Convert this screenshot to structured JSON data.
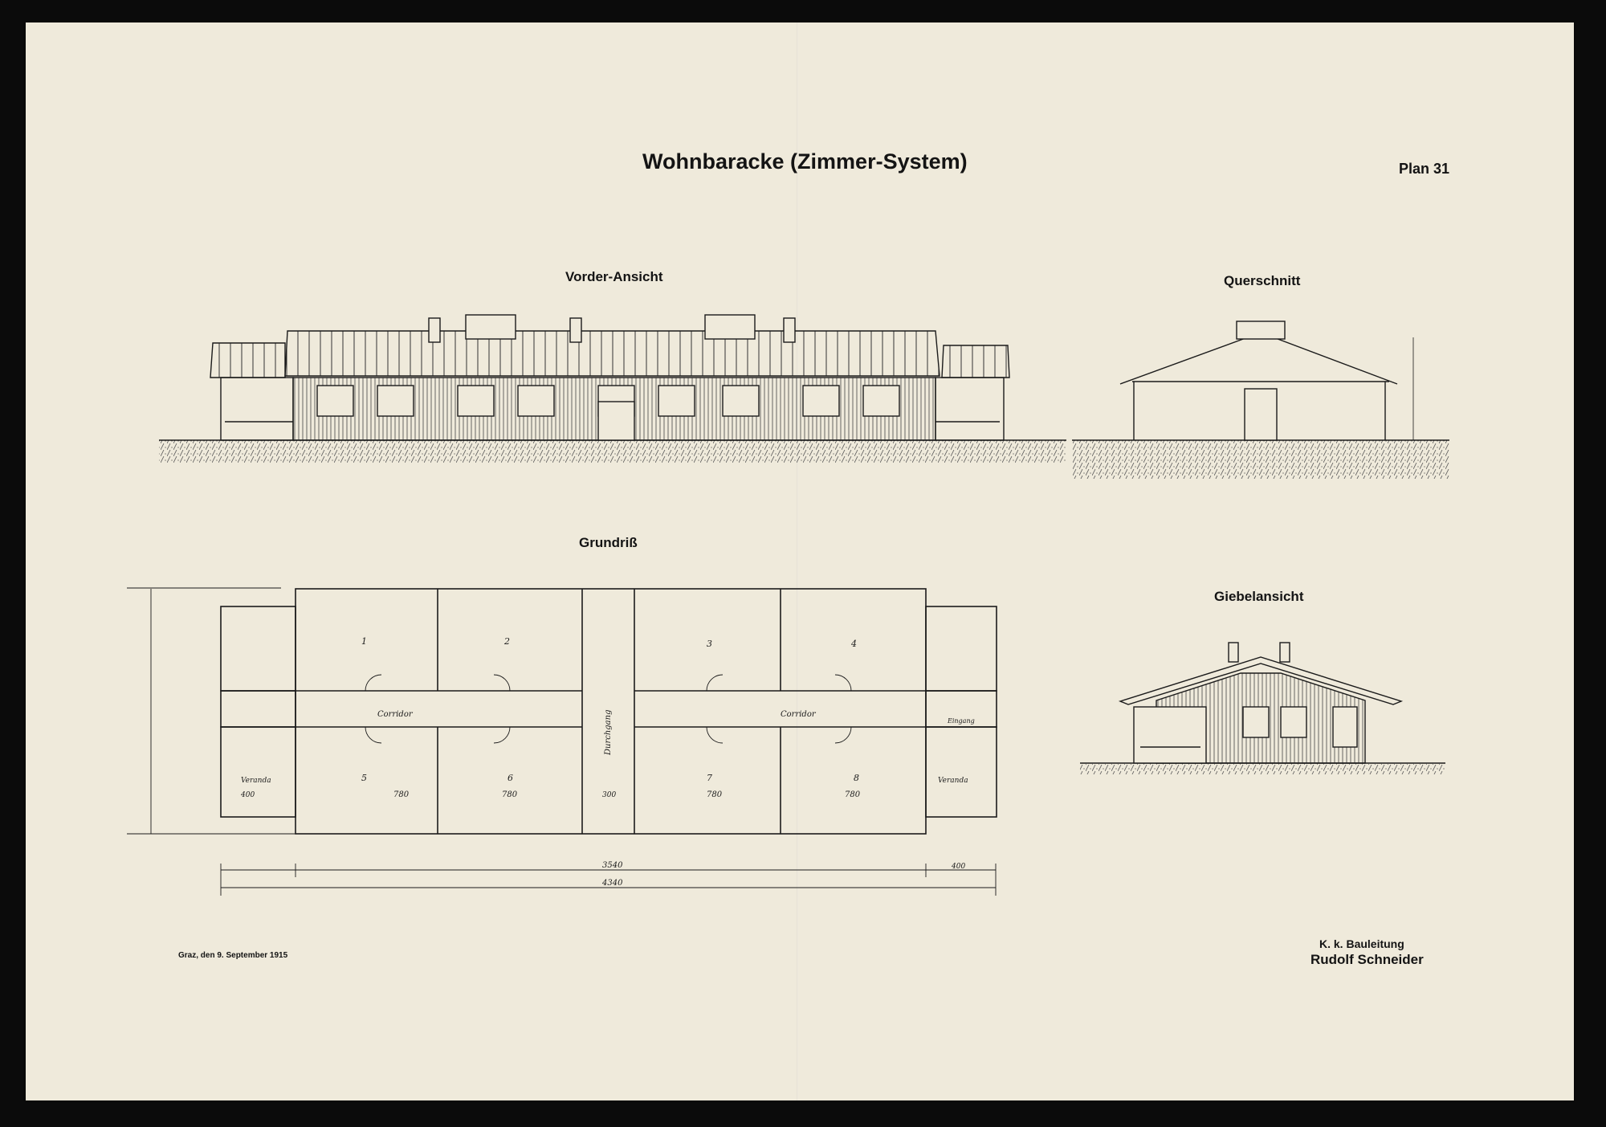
{
  "sheet": {
    "title": "Wohnbaracke (Zimmer-System)",
    "plan_number": "Plan 31",
    "date_line": "Graz, den 9. September 1915",
    "organization": "K. k. Bauleitung",
    "author": "Rudolf Schneider"
  },
  "views": {
    "front": "Vorder-Ansicht",
    "section": "Querschnitt",
    "plan": "Grundriß",
    "gable": "Giebelansicht"
  },
  "floorplan": {
    "rooms": [
      "1",
      "2",
      "3",
      "4",
      "5",
      "6",
      "7",
      "8"
    ],
    "corridor_left": "Corridor",
    "corridor_right": "Corridor",
    "passage": "Durchgang",
    "veranda": "Veranda",
    "entrance": "Eingang",
    "dim_room_width": "780",
    "dim_veranda_width": "400",
    "dim_center": "300",
    "dim_inner_length": "3540",
    "dim_total_length": "4340"
  }
}
